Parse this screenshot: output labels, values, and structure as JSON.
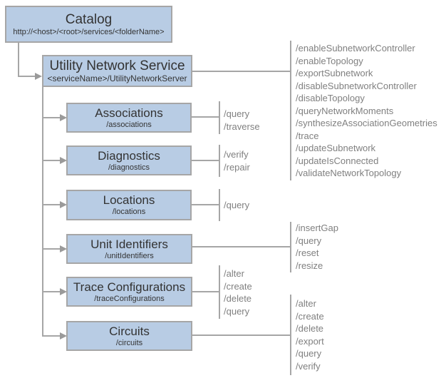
{
  "diagram": {
    "catalog": {
      "title": "Catalog",
      "url": "http://<host>/<root>/services/<folderName>"
    },
    "service": {
      "title": "Utility Network Service",
      "path": "<serviceName>/UtilityNetworkServer",
      "operations": [
        "/enableSubnetworkController",
        "/enableTopology",
        "/exportSubnetwork",
        "/disableSubnetworkController",
        "/disableTopology",
        "/queryNetworkMoments",
        "/synthesizeAssociationGeometries",
        "/trace",
        "/updateSubnetwork",
        "/updateIsConnected",
        "/validateNetworkTopology"
      ]
    },
    "resources": [
      {
        "title": "Associations",
        "path": "/associations",
        "operations": [
          "/query",
          "/traverse"
        ]
      },
      {
        "title": "Diagnostics",
        "path": "/diagnostics",
        "operations": [
          "/verify",
          "/repair"
        ]
      },
      {
        "title": "Locations",
        "path": "/locations",
        "operations": [
          "/query"
        ]
      },
      {
        "title": "Unit Identifiers",
        "path": "/unitIdentifiers",
        "operations": [
          "/insertGap",
          "/query",
          "/reset",
          "/resize"
        ]
      },
      {
        "title": "Trace Configurations",
        "path": "/traceConfigurations",
        "operations": [
          "/alter",
          "/create",
          "/delete",
          "/query"
        ]
      },
      {
        "title": "Circuits",
        "path": "/circuits",
        "operations": [
          "/alter",
          "/create",
          "/delete",
          "/export",
          "/query",
          "/verify"
        ]
      }
    ],
    "colors": {
      "box_fill": "#b8cce4",
      "box_border": "#a6a6a6",
      "connector": "#a6a6a6",
      "title_text": "#333333",
      "operation_text": "#808080"
    }
  }
}
